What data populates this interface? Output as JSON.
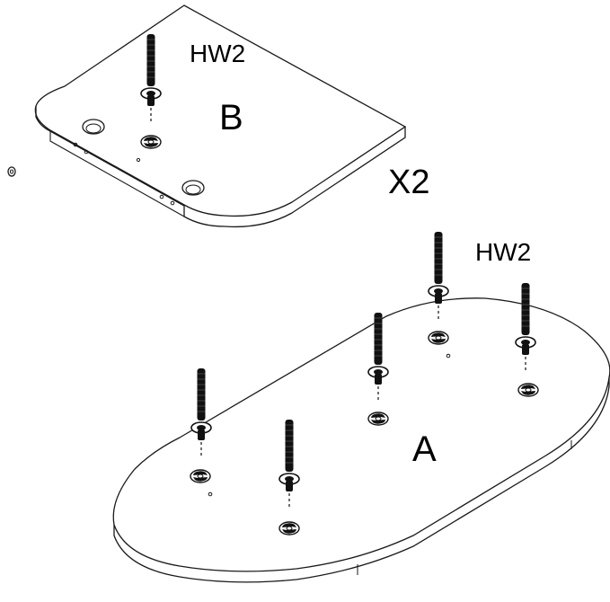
{
  "labels": {
    "hw_b": "HW2",
    "panel_b": "B",
    "quantity": "X2",
    "hw_a": "HW2",
    "panel_a": "A"
  },
  "colors": {
    "stroke": "#1a1a1a",
    "bolt": "#111111",
    "panel_fill": "#ffffff",
    "background": "#ffffff"
  }
}
